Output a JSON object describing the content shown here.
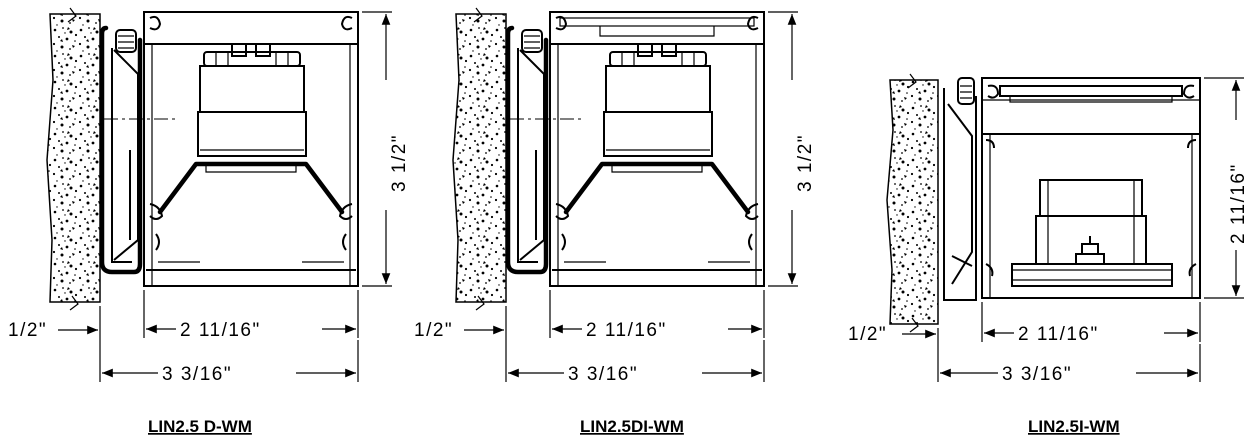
{
  "details": [
    {
      "caption": "LIN2.5 D-WM",
      "height_dim": "3  1/2\"",
      "width_inner": "2  11/16\"",
      "width_outer": "3  3/16\"",
      "offset_dim": "1/2\""
    },
    {
      "caption": "LIN2.5DI-WM",
      "height_dim": "3  1/2\"",
      "width_inner": "2  11/16\"",
      "width_outer": "3  3/16\"",
      "offset_dim": "1/2\""
    },
    {
      "caption": "LIN2.5I-WM",
      "height_dim": "2  11/16\"",
      "width_inner": "2  11/16\"",
      "width_outer": "3  3/16\"",
      "offset_dim": "1/2\""
    }
  ]
}
